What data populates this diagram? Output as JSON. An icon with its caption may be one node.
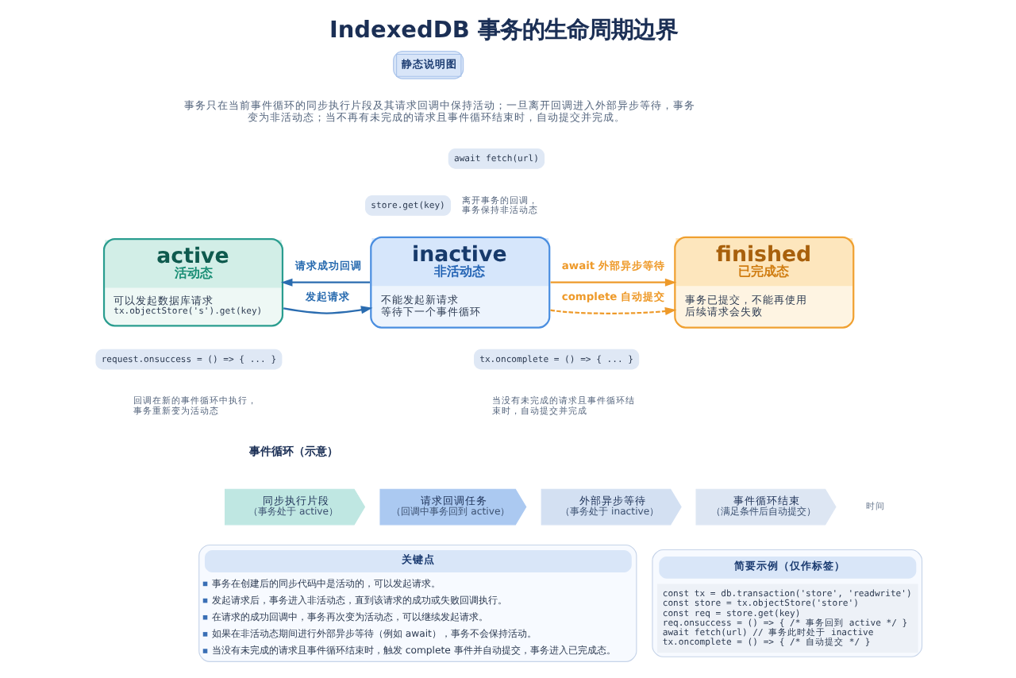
{
  "diagram": {
    "title": "IndexedDB 事务的生命周期边界",
    "nodes": [
      {
        "text": [
          "active",
          "活动态",
          "可以发起数据库请求",
          "tx.objectStore('s').get(key)"
        ]
      },
      {
        "text": [
          "inactive",
          "非活动态",
          "不能发起新请求",
          "等待下一个事件循环"
        ]
      },
      {
        "text": [
          "finished",
          "已完成态",
          "事务已提交，不能再使用",
          "后续请求会失败"
        ]
      },
      {
        "text": [
          "同步执行片段",
          "（事务处于 active）"
        ]
      },
      {
        "text": [
          "请求回调任务",
          "（回调中事务回到 active）"
        ]
      },
      {
        "text": [
          "外部异步等待",
          "（事务处于 inactive）"
        ]
      },
      {
        "text": [
          "事件循环结束",
          "（满足条件后自动提交）"
        ]
      },
      {
        "text": [
          "关键点",
          "事务在创建后的同步代码中是活动的，可以发起请求。",
          "发起请求后，事务进入非活动态，直到该请求的成功或失败回调执行。",
          "在请求的成功回调中，事务再次变为活动态，可以继续发起请求。",
          "如果在非活动态期间进行外部异步等待（例如 await），事务不会保持活动。",
          "当没有未完成的请求且事件循环结束时，触发 complete 事件并自动提交，事务进入已完成态。"
        ]
      },
      {
        "text": [
          "简要示例（仅作标签）",
          "const tx = db.transaction('store', 'readwrite')",
          "const store = tx.objectStore('store')",
          "const req = store.get(key)",
          "req.onsuccess = () => { /* 事务回到 active */ }",
          "await fetch(url) // 事务此时处于 inactive",
          "tx.oncomplete = () => { /* 自动提交 */ }"
        ]
      }
    ],
    "edges": [
      {
        "from": 0,
        "to": 1,
        "arrow": "to",
        "label": "发起请求",
        "color": "#2a6cb0"
      },
      {
        "from": 1,
        "to": 0,
        "arrow": "to",
        "label": "请求成功回调",
        "color": "#2a6cb0"
      },
      {
        "from": 1,
        "to": 2,
        "arrow": "to",
        "label": "await 外部异步等待",
        "color": "#ee9a2a"
      },
      {
        "from": 1,
        "to": 2,
        "arrow": "to",
        "label": "complete 自动提交",
        "style": "dashed",
        "color": "#ee9a2a"
      }
    ],
    "labels": [
      "静态说明图",
      "事务只在当前事件循环的同步执行片段及其请求回调中保持活动；一旦离开回调进入外部异步等待，事务变为非活动态；当不再有未完成的请求且事件循环结束时，自动提交并完成。",
      "store.get(key)",
      "request.onsuccess = () => { ... }",
      "回调在新的事件循环中执行，事务重新变为活动态",
      "await fetch(url)",
      "离开事务的回调，事务保持非活动态",
      "tx.oncomplete = () => { ... }",
      "当没有未完成的请求且事件循环结束时，自动提交并完成",
      "事件循环（示意）",
      "时间"
    ]
  }
}
